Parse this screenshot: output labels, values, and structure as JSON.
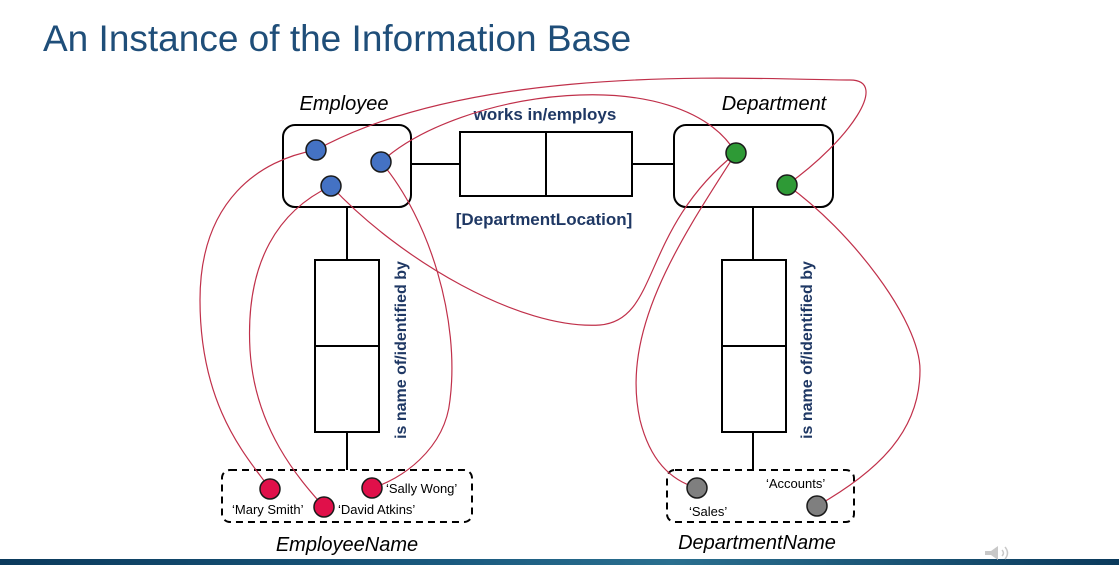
{
  "slide": {
    "title": "An Instance of the Information Base"
  },
  "entities": {
    "employee": "Employee",
    "department": "Department",
    "employee_name": "EmployeeName",
    "department_name": "DepartmentName"
  },
  "relations": {
    "works_in": "works in/employs",
    "location": "[DepartmentLocation]",
    "emp_name_of": "is name of/identified by",
    "dept_name_of": "is name of/identified by"
  },
  "values": {
    "mary": "‘Mary Smith’",
    "david": "‘David Atkins’",
    "sally": "‘Sally Wong’",
    "sales": "‘Sales’",
    "accounts": "‘Accounts’"
  },
  "colors": {
    "title": "#1f4e79",
    "relation_text": "#1f3864",
    "employee_dot": "#4472c4",
    "department_dot": "#2e9a36",
    "employee_name_dot": "#e0104a",
    "department_name_dot": "#7f7f7f",
    "link": "#c0304a"
  },
  "icons": {
    "footer": "speaker-icon"
  }
}
